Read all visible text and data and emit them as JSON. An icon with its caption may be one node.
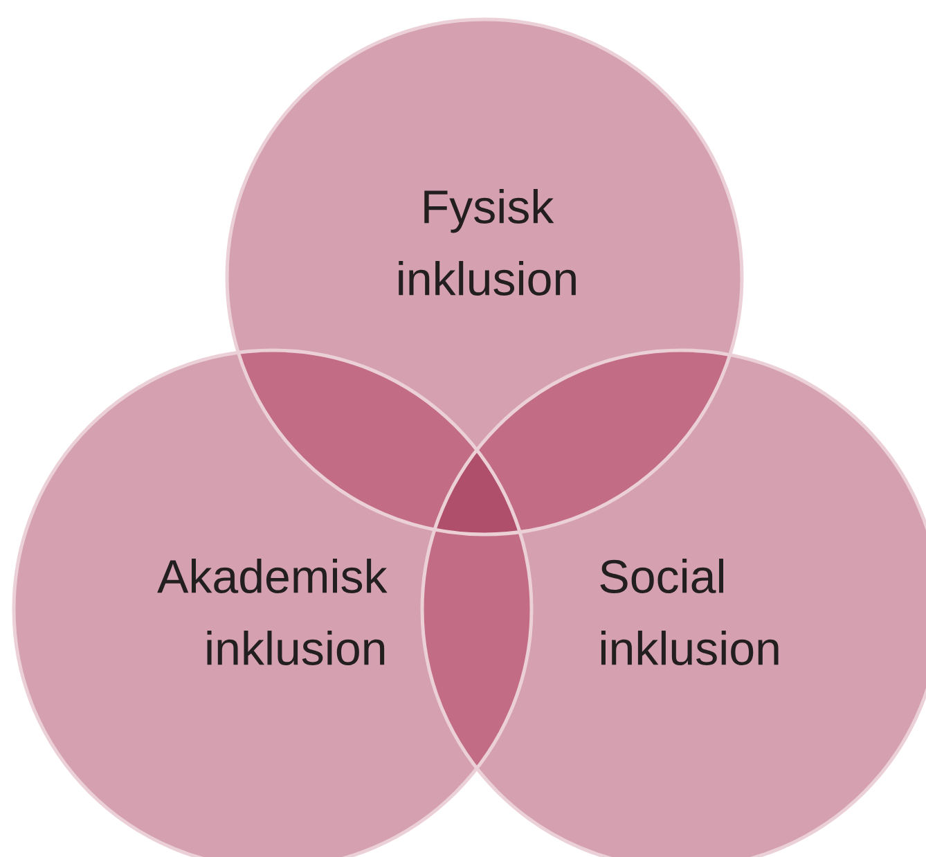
{
  "diagram": {
    "nodes": [
      {
        "text": [
          "Fysisk inklusion"
        ]
      },
      {
        "text": [
          "Akademisk inklusion"
        ]
      },
      {
        "text": [
          "Social inklusion"
        ]
      }
    ]
  }
}
